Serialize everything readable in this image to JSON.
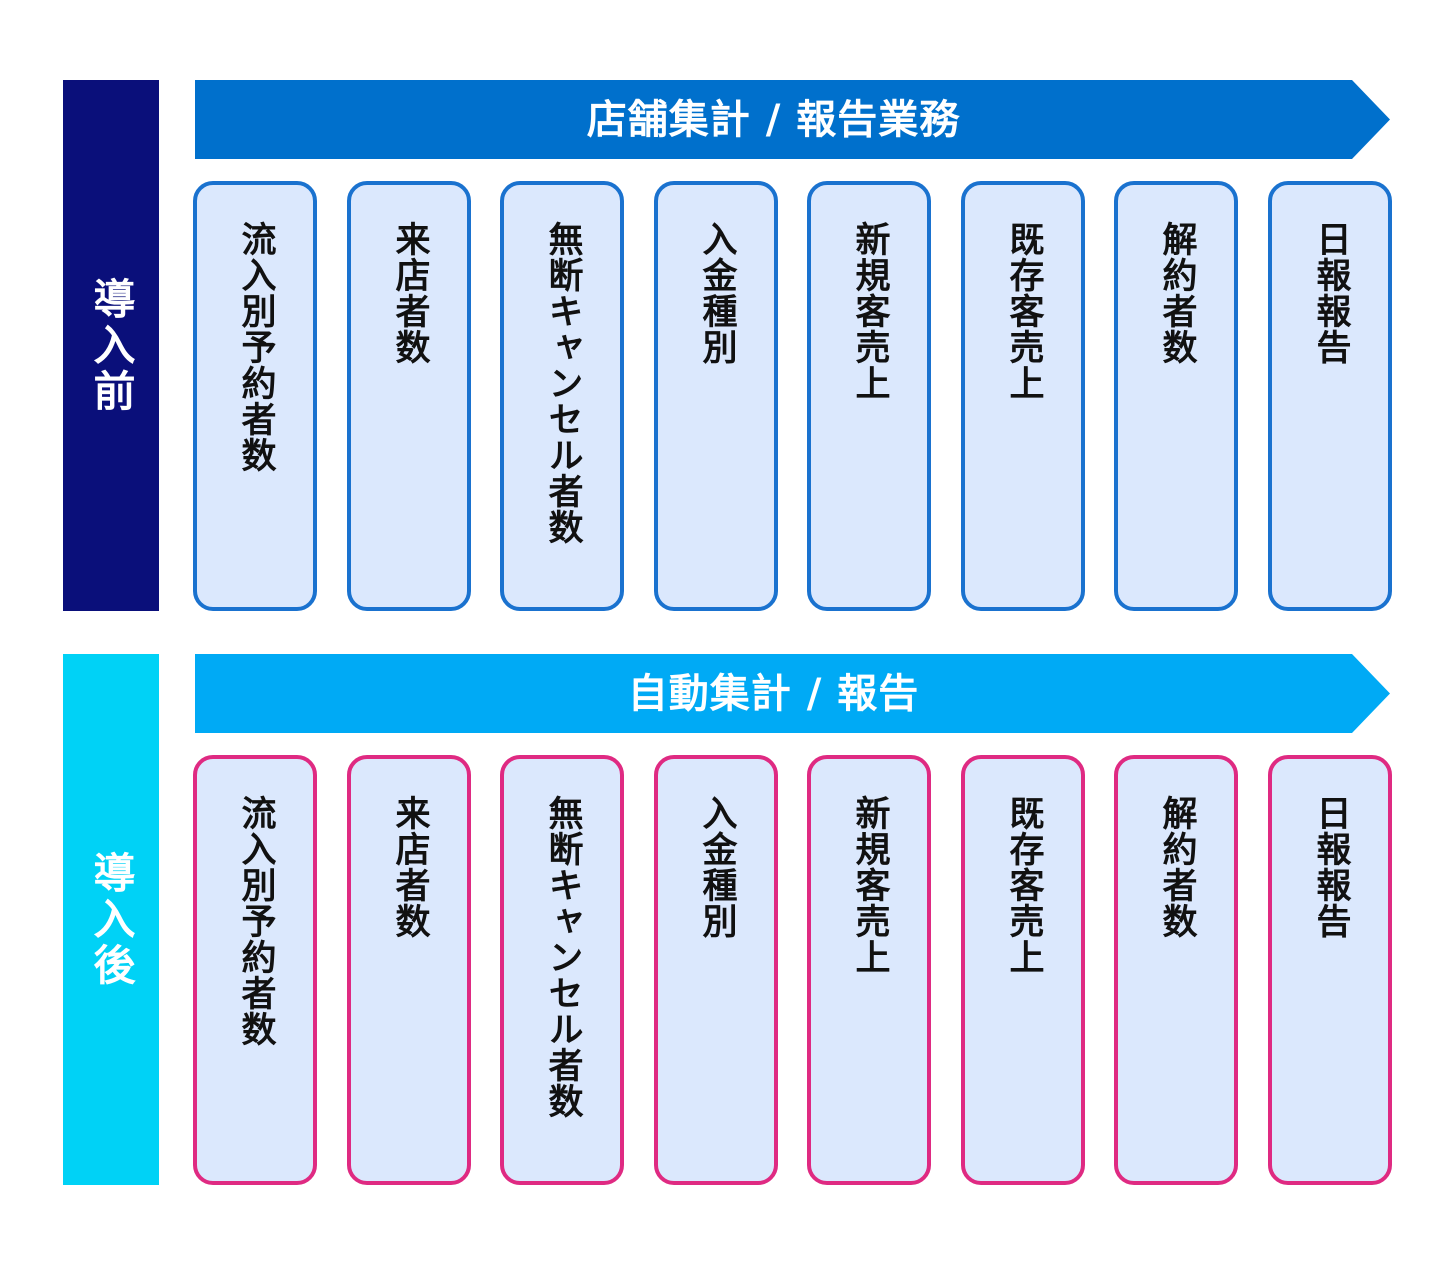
{
  "before": {
    "label": "導入前",
    "banner": "店舗集計 / 報告業務",
    "items": [
      "流入別予約者数",
      "来店者数",
      "無断キャンセル者数",
      "入金種別",
      "新規客売上",
      "既存客売上",
      "解約者数",
      "日報報告"
    ]
  },
  "after": {
    "label": "導入後",
    "banner": "自動集計 / 報告",
    "items": [
      "流入別予約者数",
      "来店者数",
      "無断キャンセル者数",
      "入金種別",
      "新規客売上",
      "既存客売上",
      "解約者数",
      "日報報告"
    ]
  },
  "colors": {
    "before_label_bg": "#0a0f7a",
    "after_label_bg": "#00d2f6",
    "before_banner_bg": "#0070cc",
    "after_banner_bg": "#00aaf5",
    "card_bg": "#dbe8fd",
    "before_card_border": "#1a72cf",
    "after_card_border": "#df2a82"
  }
}
